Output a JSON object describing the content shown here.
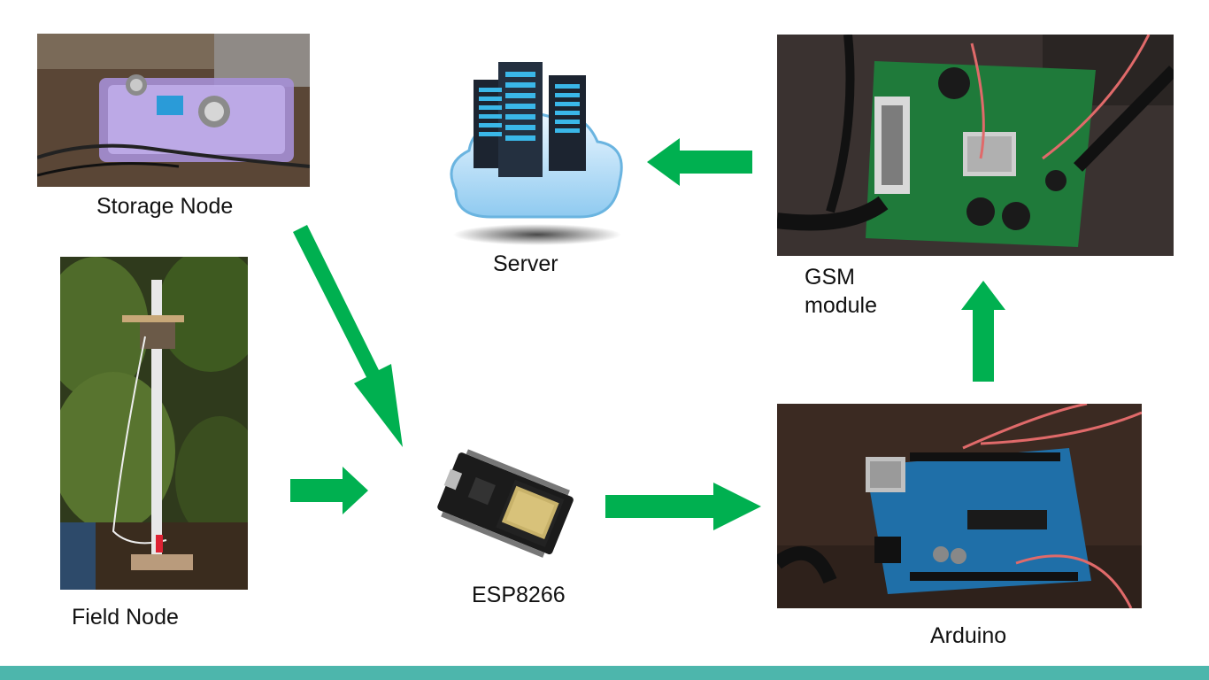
{
  "nodes": {
    "storage": {
      "label": "Storage Node"
    },
    "field": {
      "label": "Field Node"
    },
    "server": {
      "label": "Server"
    },
    "gsm": {
      "line1": "GSM",
      "line2": "module"
    },
    "esp": {
      "label": "ESP8266"
    },
    "arduino": {
      "label": "Arduino"
    }
  },
  "colors": {
    "arrow": "#00b050",
    "footer": "#4db6ac",
    "pcb_green": "#1f7a3a",
    "arduino_blue": "#1f6fa8"
  }
}
